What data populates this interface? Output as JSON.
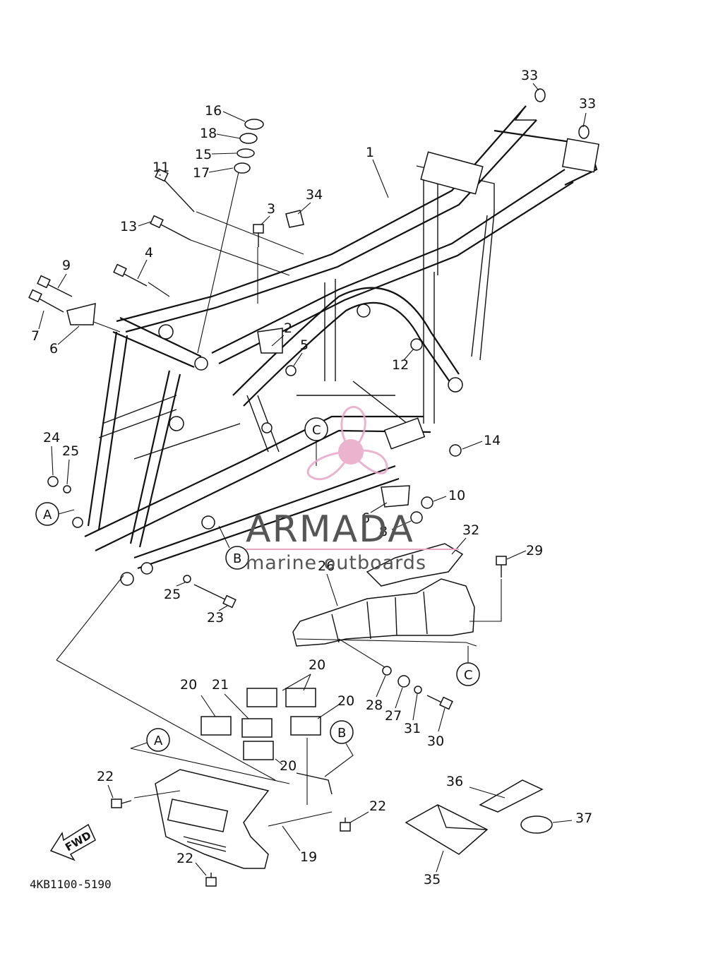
{
  "diagram_code": "4KB1100-5190",
  "watermark": {
    "brand": "ARMADA",
    "subtitle": "marine outboards",
    "color": "#e8a6c6"
  },
  "fwd_label": "FWD",
  "ref_markers": [
    "A",
    "B",
    "C"
  ],
  "part_numbers": [
    "1",
    "2",
    "3",
    "4",
    "5",
    "6",
    "7",
    "8",
    "9",
    "10",
    "11",
    "12",
    "13",
    "14",
    "15",
    "16",
    "17",
    "18",
    "19",
    "20",
    "21",
    "22",
    "23",
    "24",
    "25",
    "26",
    "27",
    "28",
    "29",
    "30",
    "31",
    "32",
    "33",
    "34",
    "35",
    "36",
    "37"
  ]
}
